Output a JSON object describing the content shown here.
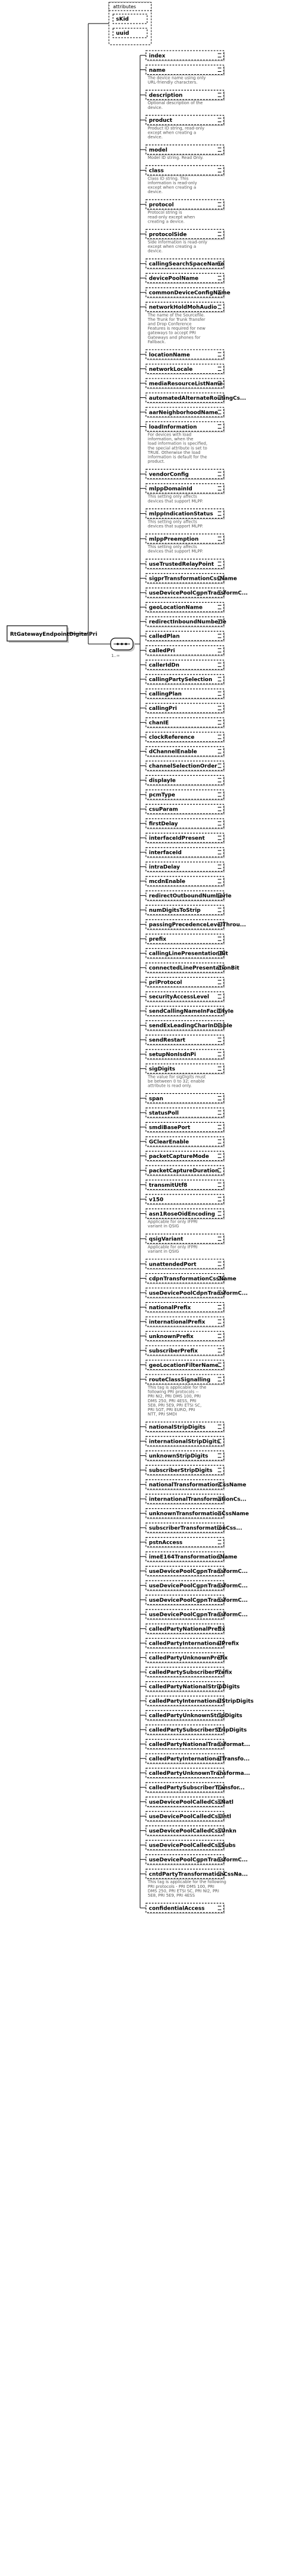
{
  "root": {
    "name": "RtGatewayEndpointDigitalPri"
  },
  "attributes": {
    "title": "attributes",
    "items": [
      "sKid",
      "uuid"
    ]
  },
  "sequence_occurrence": "1..∞",
  "children": [
    {
      "name": "index",
      "doc": []
    },
    {
      "name": "name",
      "doc": [
        "The device name using only",
        "URL-friendly characters."
      ]
    },
    {
      "name": "description",
      "doc": [
        "Optional description of the",
        "device."
      ]
    },
    {
      "name": "product",
      "doc": [
        "Product ID string, read-only",
        "except when creating a",
        "device."
      ]
    },
    {
      "name": "model",
      "doc": [
        "Model ID string. Read Only."
      ]
    },
    {
      "name": "class",
      "doc": [
        "Class ID string. This",
        "information is read-only",
        "except when creating a",
        "device."
      ]
    },
    {
      "name": "protocol",
      "doc": [
        "Protocol string is",
        "read-only except when",
        "creating a device."
      ]
    },
    {
      "name": "protocolSide",
      "doc": [
        "Side information is read-only",
        "except when creating a",
        "device."
      ]
    },
    {
      "name": "callingSearchSpaceName",
      "doc": []
    },
    {
      "name": "devicePoolName",
      "doc": []
    },
    {
      "name": "commonDeviceConfigName",
      "doc": []
    },
    {
      "name": "networkHoldMohAudio",
      "doc": [
        "The name of the Sourcefile.",
        "The Trunk for Trunk Transfer",
        "and Drop Conference",
        "Features is required for new",
        "gateways to accept PRI",
        "Gateways and phones for",
        "Fallback."
      ]
    },
    {
      "name": "locationName",
      "doc": []
    },
    {
      "name": "networkLocale",
      "doc": []
    },
    {
      "name": "mediaResourceListName",
      "doc": []
    },
    {
      "name": "automatedAlternateRoutingCs...",
      "doc": []
    },
    {
      "name": "aarNeighborhoodName",
      "doc": []
    },
    {
      "name": "loadInformation",
      "doc": [
        "For devices with load",
        "information, when the",
        "load information is specified,",
        "the special attribute is set to",
        "TRUE. Otherwise the load",
        "information is default for the",
        "product."
      ]
    },
    {
      "name": "vendorConfig",
      "doc": []
    },
    {
      "name": "mlppDomainId",
      "doc": [
        "This setting only affects",
        "devices that support MLPP."
      ]
    },
    {
      "name": "mlppIndicationStatus",
      "doc": [
        "This setting only affects",
        "devices that support MLPP."
      ]
    },
    {
      "name": "mlppPreemption",
      "doc": [
        "This setting only affects",
        "devices that support MLPP."
      ]
    },
    {
      "name": "useTrustedRelayPoint",
      "doc": []
    },
    {
      "name": "sigprTransformationCssName",
      "doc": []
    },
    {
      "name": "useDevicePoolCgpnTransformC...",
      "doc": []
    },
    {
      "name": "geoLocationName",
      "doc": []
    },
    {
      "name": "redirectInboundNumberIe",
      "doc": []
    },
    {
      "name": "calledPlan",
      "doc": []
    },
    {
      "name": "calledPri",
      "doc": []
    },
    {
      "name": "callerIdDn",
      "doc": []
    },
    {
      "name": "callingPartySelection",
      "doc": []
    },
    {
      "name": "callingPlan",
      "doc": []
    },
    {
      "name": "callingPri",
      "doc": []
    },
    {
      "name": "chanIE",
      "doc": []
    },
    {
      "name": "clockReference",
      "doc": []
    },
    {
      "name": "dChannelEnable",
      "doc": []
    },
    {
      "name": "channelSelectionOrder",
      "doc": []
    },
    {
      "name": "displayIe",
      "doc": []
    },
    {
      "name": "pcmType",
      "doc": []
    },
    {
      "name": "csuParam",
      "doc": []
    },
    {
      "name": "firstDelay",
      "doc": []
    },
    {
      "name": "interfaceIdPresent",
      "doc": []
    },
    {
      "name": "interfaceId",
      "doc": []
    },
    {
      "name": "intraDelay",
      "doc": []
    },
    {
      "name": "mcdnEnable",
      "doc": []
    },
    {
      "name": "redirectOutboundNumberIe",
      "doc": []
    },
    {
      "name": "numDigitsToStrip",
      "doc": []
    },
    {
      "name": "passingPrecedenceLevelThrou...",
      "doc": []
    },
    {
      "name": "prefix",
      "doc": []
    },
    {
      "name": "callingLinePresentationBit",
      "doc": []
    },
    {
      "name": "connectedLinePresentationBit",
      "doc": []
    },
    {
      "name": "priProtocol",
      "doc": []
    },
    {
      "name": "securityAccessLevel",
      "doc": []
    },
    {
      "name": "sendCallingNameInFacilityIe",
      "doc": []
    },
    {
      "name": "sendExLeadingCharInDispIe",
      "doc": []
    },
    {
      "name": "sendRestart",
      "doc": []
    },
    {
      "name": "setupNonIsdnPi",
      "doc": []
    },
    {
      "name": "sigDigits",
      "doc": [
        "The value for sigDigits must",
        "be between 0 to 32; enable",
        "attribute is read only."
      ]
    },
    {
      "name": "span",
      "doc": []
    },
    {
      "name": "statusPoll",
      "doc": []
    },
    {
      "name": "smdiBasePort",
      "doc": []
    },
    {
      "name": "GClearEnable",
      "doc": []
    },
    {
      "name": "packetCaptureMode",
      "doc": []
    },
    {
      "name": "packetCaptureDuration",
      "doc": []
    },
    {
      "name": "transmitUtf8",
      "doc": []
    },
    {
      "name": "v150",
      "doc": []
    },
    {
      "name": "asn1RoseOidEncoding",
      "doc": [
        "Applicable for only IFPRI",
        "variant in QSIG"
      ]
    },
    {
      "name": "qsigVariant",
      "doc": [
        "Applicable for only IFPRI",
        "variant in QSIG"
      ]
    },
    {
      "name": "unattendedPort",
      "doc": []
    },
    {
      "name": "cdpnTransformationCssName",
      "doc": []
    },
    {
      "name": "useDevicePoolCdpnTransformC...",
      "doc": []
    },
    {
      "name": "nationalPrefix",
      "doc": []
    },
    {
      "name": "internationalPrefix",
      "doc": []
    },
    {
      "name": "unknownPrefix",
      "doc": []
    },
    {
      "name": "subscriberPrefix",
      "doc": []
    },
    {
      "name": "geoLocationFilterName",
      "doc": []
    },
    {
      "name": "routeClassSignalling",
      "doc": [
        "This tag is applicable for the",
        "following PRI protocols --",
        "PRI NI2, PRI DMS 100, PRI",
        "DMS 250, PRI 4ESS, PRI",
        "5E8, PRI 5E9, PRI ETSI SC,",
        "PRI SGT, PRI EURO, PRI",
        "NTT, PRI SMDI"
      ]
    },
    {
      "name": "nationalStripDigits",
      "doc": []
    },
    {
      "name": "internationalStripDigits",
      "doc": []
    },
    {
      "name": "unknownStripDigits",
      "doc": []
    },
    {
      "name": "subscriberStripDigits",
      "doc": []
    },
    {
      "name": "nationalTransformationCssName",
      "doc": []
    },
    {
      "name": "internationalTransformationCs...",
      "doc": []
    },
    {
      "name": "unknownTransformationCssName",
      "doc": []
    },
    {
      "name": "subscriberTransformationCss...",
      "doc": []
    },
    {
      "name": "pstnAccess",
      "doc": []
    },
    {
      "name": "imeE164TransformationName",
      "doc": []
    },
    {
      "name": "useDevicePoolCgpnTransformC...",
      "doc": []
    },
    {
      "name": "useDevicePoolCgpnTransformC...",
      "doc": []
    },
    {
      "name": "useDevicePoolCgpnTransformC...",
      "doc": []
    },
    {
      "name": "useDevicePoolCgpnTransformC...",
      "doc": []
    },
    {
      "name": "calledPartyNationalPrefix",
      "doc": []
    },
    {
      "name": "calledPartyInternationalPrefix",
      "doc": []
    },
    {
      "name": "calledPartyUnknownPrefix",
      "doc": []
    },
    {
      "name": "calledPartySubscriberPrefix",
      "doc": []
    },
    {
      "name": "calledPartyNationalStripDigits",
      "doc": []
    },
    {
      "name": "calledPartyInternationalStripDigits",
      "doc": []
    },
    {
      "name": "calledPartyUnknownStripDigits",
      "doc": []
    },
    {
      "name": "calledPartySubscriberStripDigits",
      "doc": []
    },
    {
      "name": "calledPartyNationalTransformat...",
      "doc": []
    },
    {
      "name": "calledPartyInternationalTransfo...",
      "doc": []
    },
    {
      "name": "calledPartyUnknownTransforma...",
      "doc": []
    },
    {
      "name": "calledPartySubscriberTransfor...",
      "doc": []
    },
    {
      "name": "useDevicePoolCalledCssNatl",
      "doc": []
    },
    {
      "name": "useDevicePoolCalledCssIntl",
      "doc": []
    },
    {
      "name": "useDevicePoolCalledCssUnkn",
      "doc": []
    },
    {
      "name": "useDevicePoolCalledCssSubs",
      "doc": []
    },
    {
      "name": "useDevicePoolCgpnTransformC...",
      "doc": []
    },
    {
      "name": "cntdPartyTransformationCssNa...",
      "doc": [
        "This tag is applicable for the following",
        "PRI protocols - PRI DMS 100, PRI",
        "DMS 250, PRI ETSI SC, PRI NI2, PRI",
        "5E8, PRI 5E9, PRI 4ESS"
      ]
    },
    {
      "name": "confidentialAccess",
      "doc": []
    }
  ]
}
